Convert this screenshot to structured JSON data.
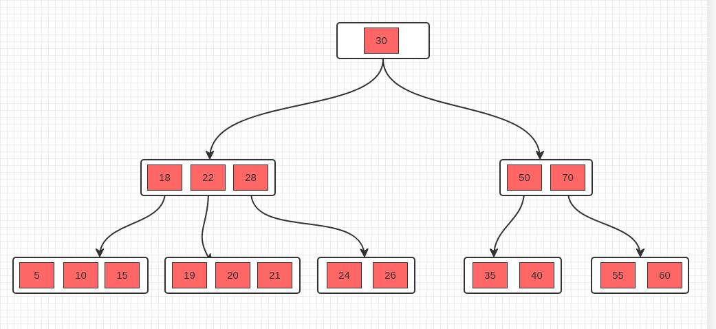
{
  "colors": {
    "key_fill": "#ff6666",
    "border": "#333333",
    "node_background": "#ffffff",
    "grid_line": "#ececec"
  },
  "tree": {
    "root": {
      "keys": [
        "30"
      ]
    },
    "level1": [
      {
        "keys": [
          "18",
          "22",
          "28"
        ]
      },
      {
        "keys": [
          "50",
          "70"
        ]
      }
    ],
    "leaves": [
      {
        "keys": [
          "5",
          "10",
          "15"
        ]
      },
      {
        "keys": [
          "19",
          "20",
          "21"
        ]
      },
      {
        "keys": [
          "24",
          "26"
        ]
      },
      {
        "keys": [
          "35",
          "40"
        ]
      },
      {
        "keys": [
          "55",
          "60"
        ]
      }
    ]
  }
}
